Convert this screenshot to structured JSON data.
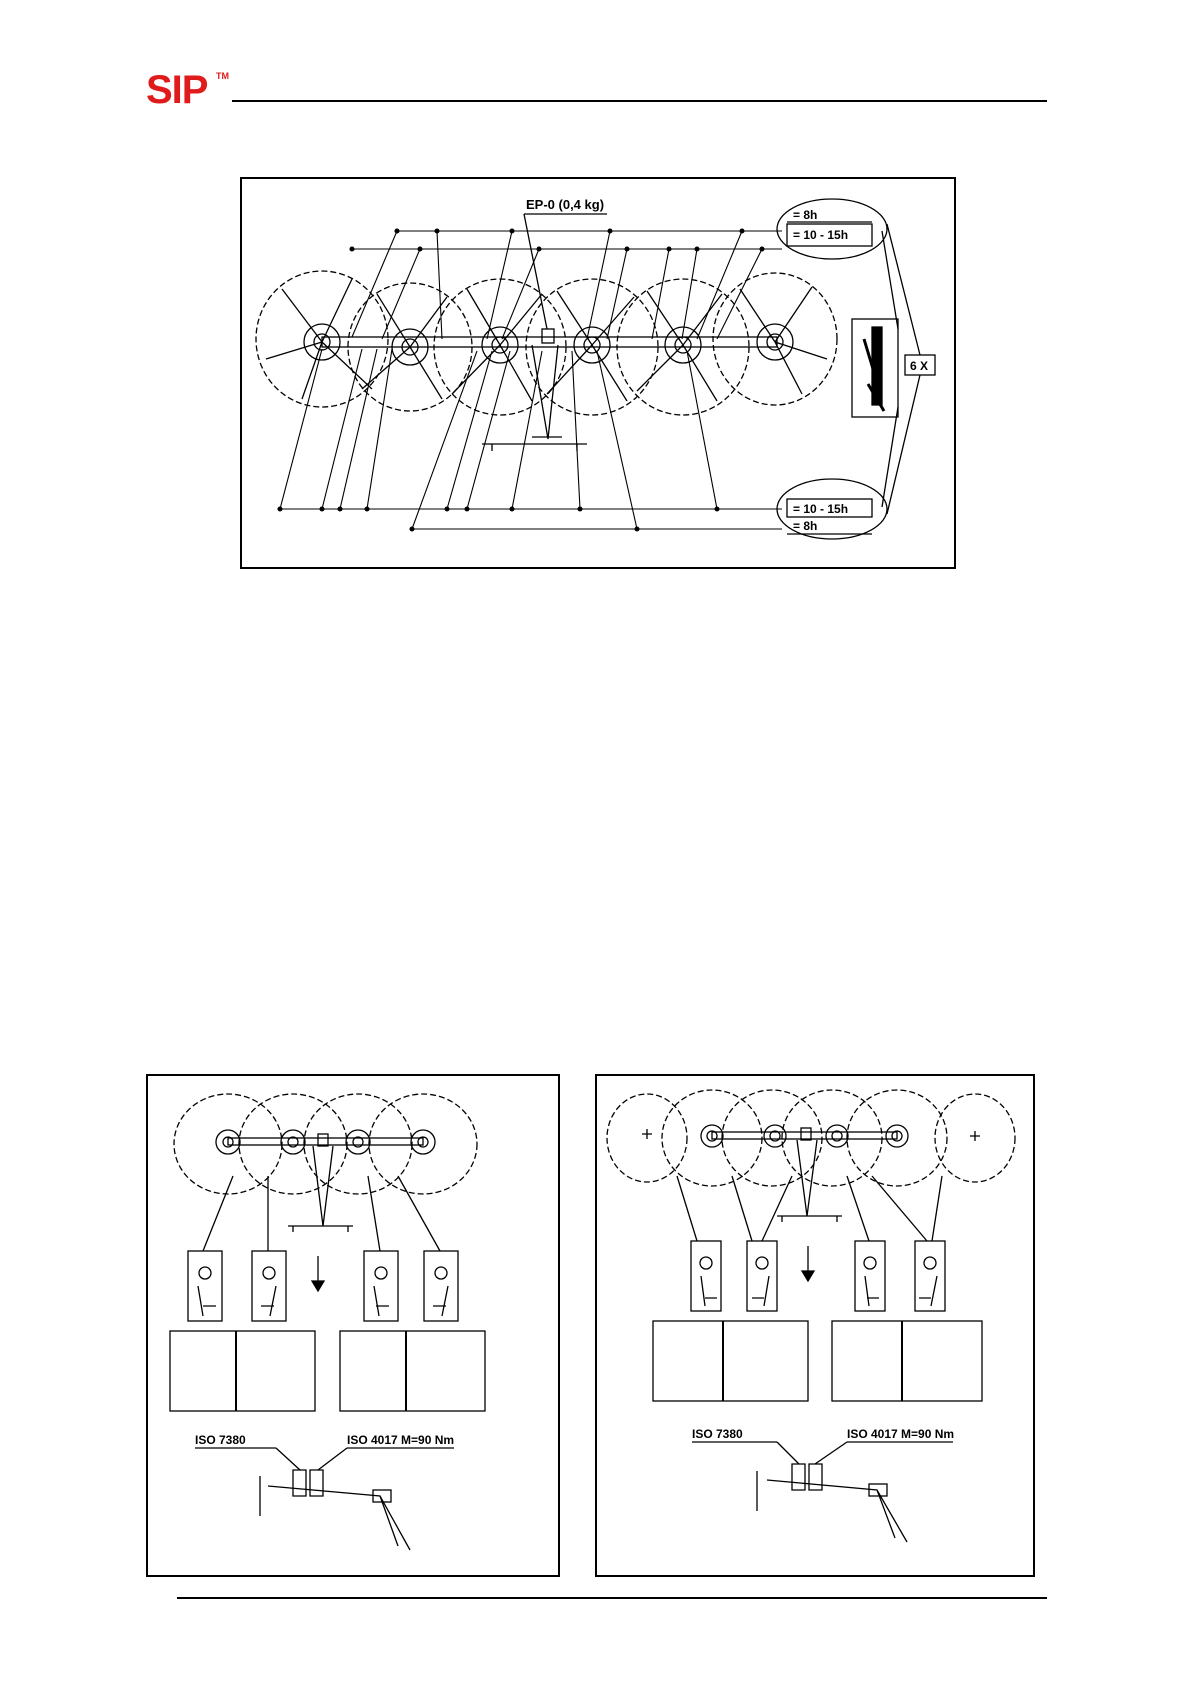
{
  "header": {
    "logo": "SIP",
    "trademark": "TM"
  },
  "figure_top": {
    "lubricant_label": "EP-0  (0,4 kg)",
    "upper_interval_1": "= 8h",
    "upper_interval_2": "= 10 - 15h",
    "lower_interval_1": "= 10 - 15h",
    "lower_interval_2": "= 8h",
    "multiplier": "6 X"
  },
  "figure_left": {
    "bolt_label": "ISO 7380",
    "nut_label": "ISO 4017  M=90 Nm"
  },
  "figure_right": {
    "bolt_label": "ISO 7380",
    "nut_label": "ISO 4017  M=90 Nm"
  }
}
